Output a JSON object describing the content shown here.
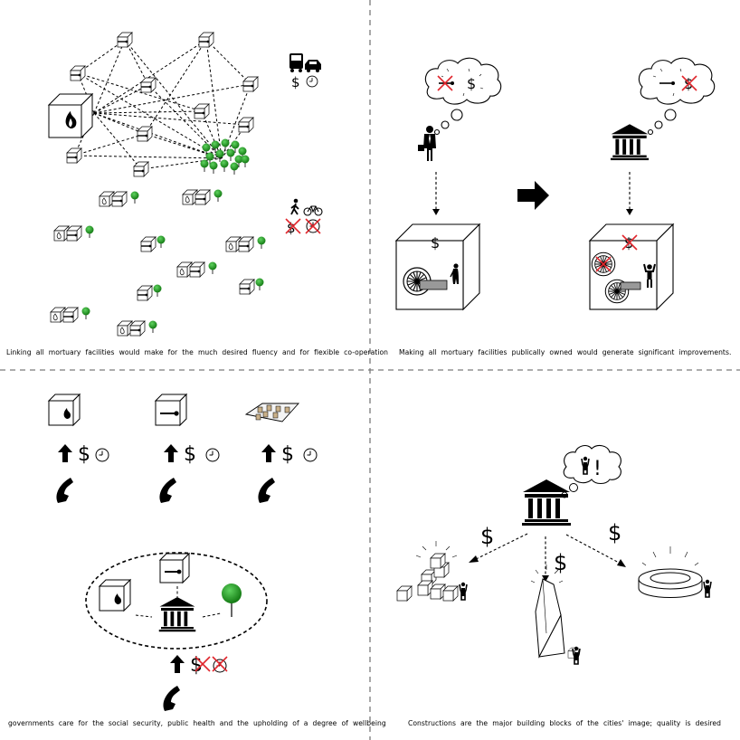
{
  "captions": {
    "q1": "Linking all mortuary facilities would make for the much desired fluency and for flexible co-operation",
    "q2": "Making all mortuary facilities publically owned would generate significant improvements.",
    "q3": "governments care for the social security, public health and the upholding of a degree of wellbeing",
    "q4": "Constructions are the major building blocks of the cities' image; quality is desired"
  },
  "symbols": {
    "dollar": "$",
    "exclamation": "!"
  },
  "icons": [
    "fire-icon",
    "body-icon",
    "tree-icon",
    "clock-icon",
    "bus-icon",
    "car-icon",
    "walker-icon",
    "bicycle-icon",
    "businessman-icon",
    "government-building-icon",
    "phone-icon",
    "up-arrow-icon",
    "right-arrow-icon",
    "cross-out-icon",
    "thought-cloud-icon",
    "crematory-wheel-icon",
    "person-icon"
  ],
  "colors": {
    "line": "#000000",
    "tree": "#1e8f1e",
    "cross": "#e0262c",
    "grave": "#c9b089",
    "divider": "#7a7a7a"
  }
}
